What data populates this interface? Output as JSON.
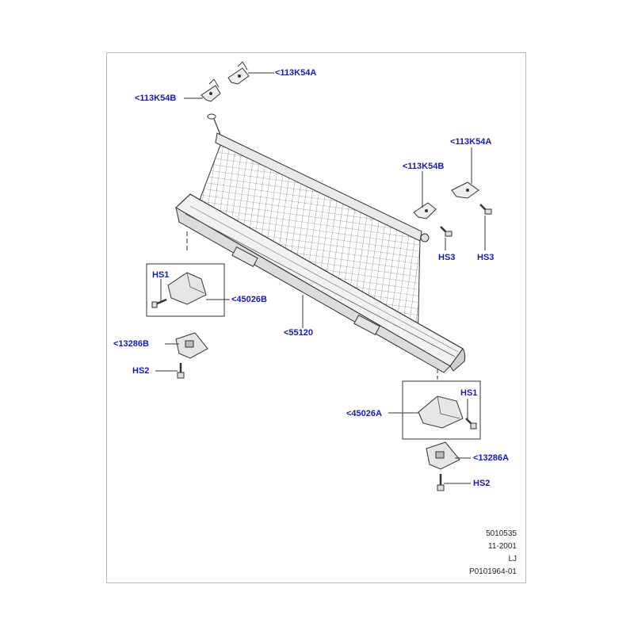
{
  "labels": {
    "c_113k54a_top": "<113K54A",
    "c_113k54b_top": "<113K54B",
    "c_113k54a_right": "<113K54A",
    "c_113k54b_right": "<113K54B",
    "hs3_left": "HS3",
    "hs3_right": "HS3",
    "hs1_left": "HS1",
    "c_45026b": "<45026B",
    "c_55120": "<55120",
    "c_13286b": "<13286B",
    "hs2_left": "HS2",
    "hs1_right": "HS1",
    "c_45026a": "<45026A",
    "c_13286a": "<13286A",
    "hs2_right": "HS2"
  },
  "footer": {
    "line1": "5010535",
    "line2": "11-2001",
    "line3": "LJ",
    "line4": "P0101964-01"
  },
  "colors": {
    "callout": "#1a1aa6",
    "line": "#333333",
    "frame": "#b8b8b8"
  }
}
